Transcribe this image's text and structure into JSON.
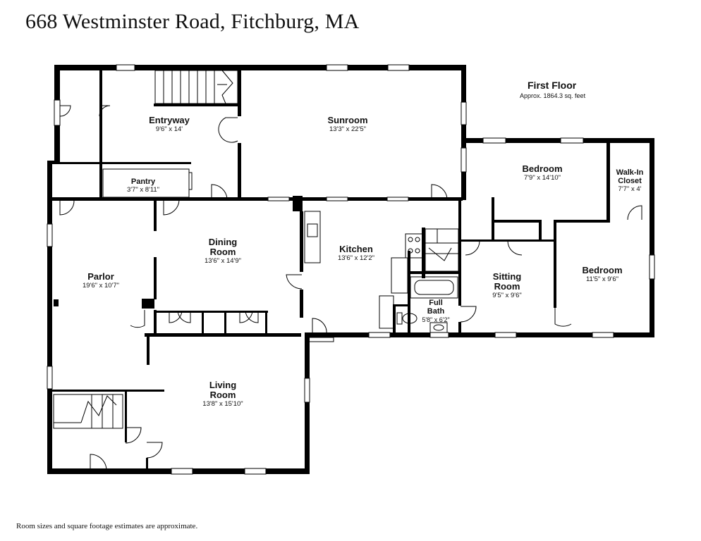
{
  "header": {
    "title": "668 Westminster Road, Fitchburg, MA"
  },
  "floor": {
    "name": "First Floor",
    "area": "Approx. 1864.3 sq. feet"
  },
  "rooms": {
    "entryway": {
      "name": "Entryway",
      "dim": "9'6\" x 14'"
    },
    "sunroom": {
      "name": "Sunroom",
      "dim": "13'3\" x 22'5\""
    },
    "pantry": {
      "name": "Pantry",
      "dim": "3'7\" x 8'11\""
    },
    "bedroom1": {
      "name": "Bedroom",
      "dim": "7'9\" x 14'10\""
    },
    "walkin": {
      "name1": "Walk-In",
      "name2": "Closet",
      "dim": "7'7\" x 4'"
    },
    "dining": {
      "name1": "Dining",
      "name2": "Room",
      "dim": "13'6\" x 14'9\""
    },
    "kitchen": {
      "name": "Kitchen",
      "dim": "13'6\" x 12'2\""
    },
    "parlor": {
      "name": "Parlor",
      "dim": "19'6\" x 10'7\""
    },
    "sitting": {
      "name1": "Sitting",
      "name2": "Room",
      "dim": "9'5\" x 9'6\""
    },
    "bedroom2": {
      "name": "Bedroom",
      "dim": "11'5\" x 9'6\""
    },
    "fullbath": {
      "name1": "Full",
      "name2": "Bath",
      "dim": "5'8\" x 6'2\""
    },
    "living": {
      "name1": "Living",
      "name2": "Room",
      "dim": "13'8\" x 15'10\""
    }
  },
  "footer": {
    "note": "Room sizes and square footage estimates are approximate."
  }
}
